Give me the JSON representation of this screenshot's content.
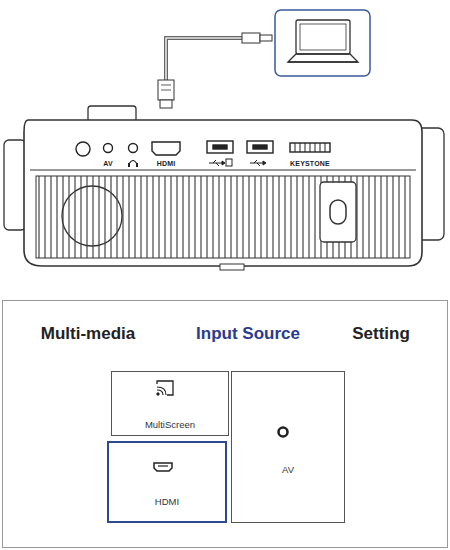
{
  "diagram": {
    "nodes": [
      {
        "text": [
          "Multi-media",
          "Input Source",
          "Setting"
        ]
      },
      {
        "text": [
          "MultiScreen"
        ],
        "in": 0
      },
      {
        "text": [
          "HDMI"
        ],
        "in": 0
      },
      {
        "text": [
          "AV"
        ],
        "in": 0
      }
    ],
    "labels": [
      "AV",
      "HDMI",
      "KEYSTONE"
    ]
  }
}
